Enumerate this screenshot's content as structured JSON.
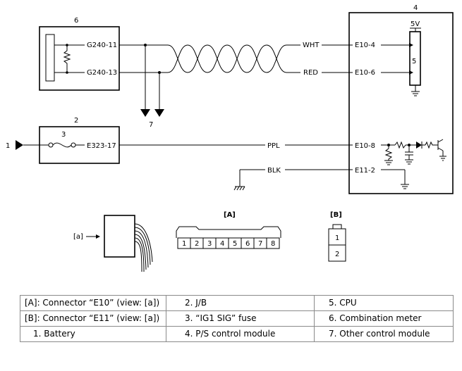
{
  "diagram": {
    "labels": {
      "combination_meter_num": "6",
      "jb_num": "2",
      "fuse_num": "3",
      "battery_num": "1",
      "ps_module_num": "4",
      "cpu_num": "5",
      "other_module_num": "7",
      "voltage": "5V",
      "pin_g240_11": "G240-11",
      "pin_g240_13": "G240-13",
      "pin_e323_17": "E323-17",
      "pin_e10_4": "E10-4",
      "pin_e10_6": "E10-6",
      "pin_e10_8": "E10-8",
      "pin_e11_2": "E11-2",
      "wire_wht": "WHT",
      "wire_red": "RED",
      "wire_ppl": "PPL",
      "wire_blk": "BLK",
      "view_a": "[a]",
      "conn_a_label": "[A]",
      "conn_b_label": "[B]",
      "conn_a_pins": [
        "1",
        "2",
        "3",
        "4",
        "5",
        "6",
        "7",
        "8"
      ],
      "conn_b_pins": [
        "1",
        "2"
      ]
    }
  },
  "legend": {
    "rows": [
      [
        "[A]: Connector “E10” (view: [a])",
        "2. J/B",
        "5. CPU"
      ],
      [
        "[B]: Connector “E11” (view: [a])",
        "3. “IG1 SIG” fuse",
        "6. Combination meter"
      ],
      [
        "1. Battery",
        "4. P/S control module",
        "7. Other control module"
      ]
    ]
  }
}
